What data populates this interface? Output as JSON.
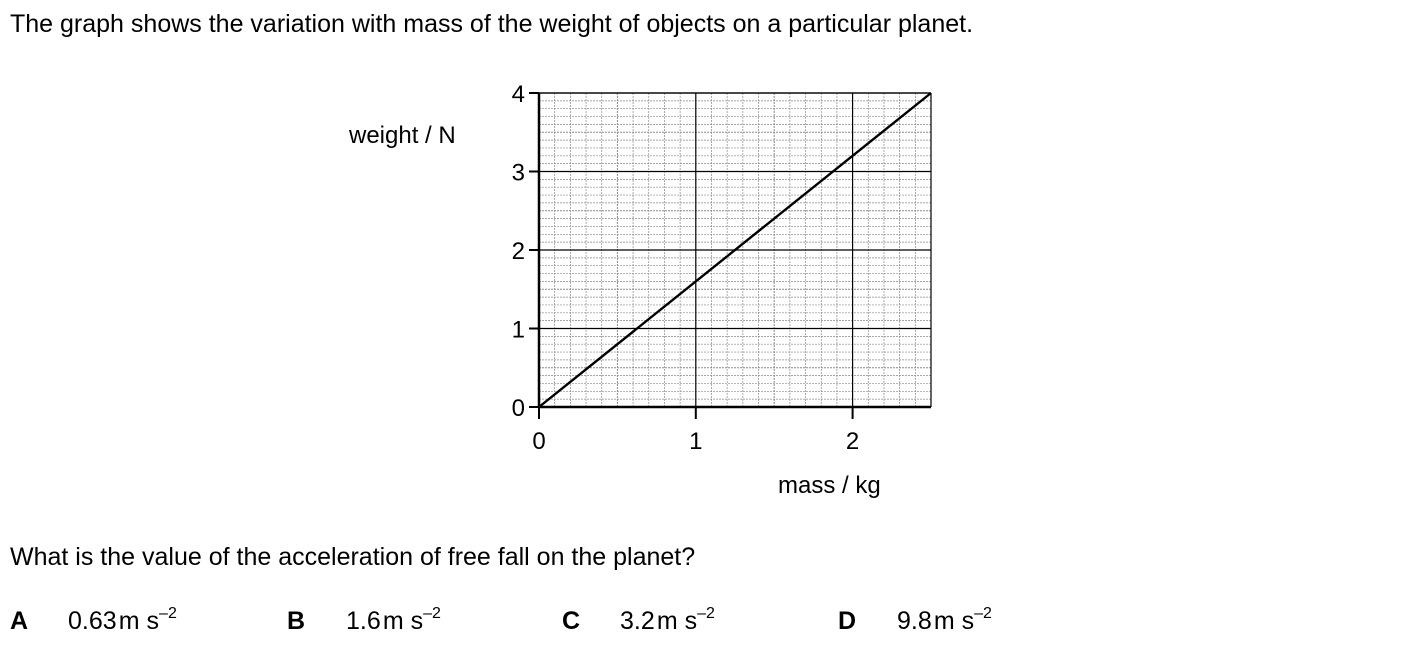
{
  "intro_text": "The graph shows the variation with mass of the weight of objects on a particular planet.",
  "question_text": "What is the value of the acceleration of free fall on the planet?",
  "options": [
    {
      "letter": "A",
      "value": "0.63",
      "unit": "m s",
      "exponent": "–2"
    },
    {
      "letter": "B",
      "value": "1.6",
      "unit": "m s",
      "exponent": "–2"
    },
    {
      "letter": "C",
      "value": "3.2",
      "unit": "m s",
      "exponent": "–2"
    },
    {
      "letter": "D",
      "value": "9.8",
      "unit": "m s",
      "exponent": "–2"
    }
  ],
  "chart_data": {
    "type": "line",
    "xlabel": "mass / kg",
    "ylabel": "weight / N",
    "xlim": [
      0,
      2.5
    ],
    "ylim": [
      0,
      4
    ],
    "x_ticks": [
      "0",
      "1",
      "2"
    ],
    "y_ticks": [
      "0",
      "1",
      "2",
      "3",
      "4"
    ],
    "grid": true,
    "minor_divisions_per_unit": 10,
    "series": [
      {
        "x": [
          0,
          2.5
        ],
        "y": [
          0,
          4.0
        ]
      }
    ],
    "colors": {
      "line": "#000000",
      "grid_minor": "#8a8a8a",
      "grid_major": "#000000"
    }
  }
}
